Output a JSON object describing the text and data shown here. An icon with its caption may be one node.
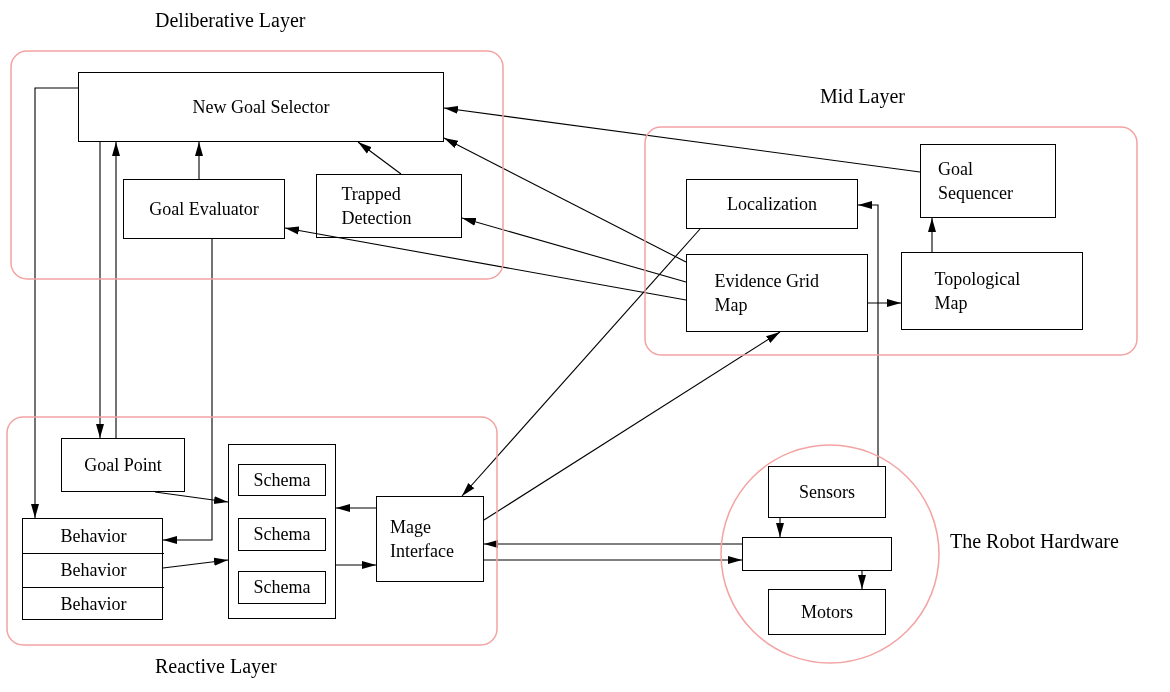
{
  "diagram": {
    "nodes": [
      {
        "text": [
          "Deliberative Layer"
        ]
      },
      {
        "text": [
          "New Goal Selector"
        ],
        "in": 0
      },
      {
        "text": [
          "Goal Evaluator"
        ],
        "in": 0
      },
      {
        "text": [
          "Trapped Detection"
        ],
        "in": 0
      },
      {
        "text": [
          "Mid Layer"
        ]
      },
      {
        "text": [
          "Localization"
        ],
        "in": 4
      },
      {
        "text": [
          "Goal Sequencer"
        ],
        "in": 4
      },
      {
        "text": [
          "Evidence Grid Map"
        ],
        "in": 4
      },
      {
        "text": [
          "Topological Map"
        ],
        "in": 4
      },
      {
        "text": [
          "Reactive Layer"
        ]
      },
      {
        "text": [
          "Goal Point"
        ],
        "in": 9
      },
      {
        "text": [],
        "shape": "box",
        "in": 9
      },
      {
        "text": [
          "Behavior"
        ],
        "in": 11
      },
      {
        "text": [
          "Behavior"
        ],
        "in": 11
      },
      {
        "text": [
          "Behavior"
        ],
        "in": 11
      },
      {
        "text": [],
        "shape": "box",
        "in": 9
      },
      {
        "text": [
          "Schema"
        ],
        "in": 15
      },
      {
        "text": [
          "Schema"
        ],
        "in": 15
      },
      {
        "text": [
          "Schema"
        ],
        "in": 15
      },
      {
        "text": [
          "Mage Interface"
        ],
        "in": 9
      },
      {
        "text": [
          "The Robot Hardware"
        ]
      },
      {
        "text": [
          "Sensors"
        ],
        "in": 20
      },
      {
        "text": [],
        "shape": "box",
        "in": 20
      },
      {
        "text": [
          "Motors"
        ],
        "in": 20
      }
    ],
    "edges": [
      {
        "from": 1,
        "to": 12,
        "arrow": "to"
      },
      {
        "from": 1,
        "to": 10,
        "arrow": "to"
      },
      {
        "from": 10,
        "to": 1,
        "arrow": "to"
      },
      {
        "from": 2,
        "to": 1,
        "arrow": "to"
      },
      {
        "from": 3,
        "to": 1,
        "arrow": "to"
      },
      {
        "from": 7,
        "to": 1,
        "arrow": "to"
      },
      {
        "from": 6,
        "to": 1,
        "arrow": "to"
      },
      {
        "from": 7,
        "to": 3,
        "arrow": "to"
      },
      {
        "from": 7,
        "to": 2,
        "arrow": "to"
      },
      {
        "from": 2,
        "to": 12,
        "arrow": "to"
      },
      {
        "from": 5,
        "to": 19,
        "arrow": "to"
      },
      {
        "from": 19,
        "to": 7,
        "arrow": "to"
      },
      {
        "from": 7,
        "to": 8,
        "arrow": "to"
      },
      {
        "from": 8,
        "to": 6,
        "arrow": "to"
      },
      {
        "from": 21,
        "to": 5,
        "arrow": "to"
      },
      {
        "from": 10,
        "to": 15,
        "arrow": "to"
      },
      {
        "from": 19,
        "to": 15,
        "arrow": "to"
      },
      {
        "from": 13,
        "to": 15,
        "arrow": "to"
      },
      {
        "from": 15,
        "to": 19,
        "arrow": "to"
      },
      {
        "from": 22,
        "to": 19,
        "arrow": "to"
      },
      {
        "from": 19,
        "to": 22,
        "arrow": "to"
      },
      {
        "from": 21,
        "to": 22,
        "arrow": "to"
      },
      {
        "from": 22,
        "to": 23,
        "arrow": "to"
      }
    ]
  }
}
